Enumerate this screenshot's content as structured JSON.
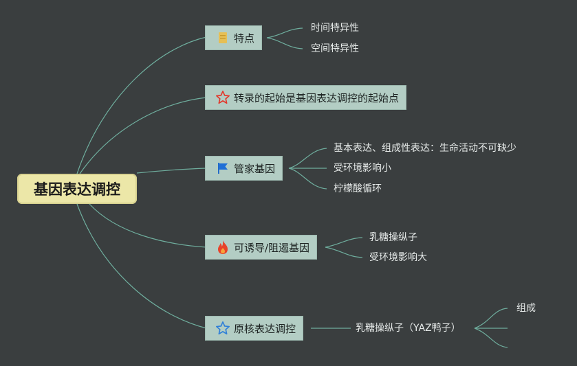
{
  "root": {
    "label": "基因表达调控"
  },
  "branches": [
    {
      "label": "特点",
      "icon": "lock-icon",
      "children": [
        "时间特异性",
        "空间特异性"
      ]
    },
    {
      "label": "转录的起始是基因表达调控的起始点",
      "icon": "star-red-icon",
      "children": []
    },
    {
      "label": "管家基因",
      "icon": "flag-icon",
      "children": [
        "基本表达、组成性表达：生命活动不可缺少",
        "受环境影响小",
        "柠檬酸循环"
      ]
    },
    {
      "label": "可诱导/阻遏基因",
      "icon": "fire-icon",
      "children": [
        "乳糖操纵子",
        "受环境影响大"
      ]
    },
    {
      "label": "原核表达调控",
      "icon": "star-blue-icon",
      "children": [
        "乳糖操纵子（YAZ鸭子）"
      ],
      "grandchildren": [
        "组成"
      ]
    }
  ],
  "colors": {
    "background": "#3a3e3f",
    "root_fill": "#ece7a8",
    "node_fill": "#b3cdc4",
    "line": "#6fae9e"
  }
}
